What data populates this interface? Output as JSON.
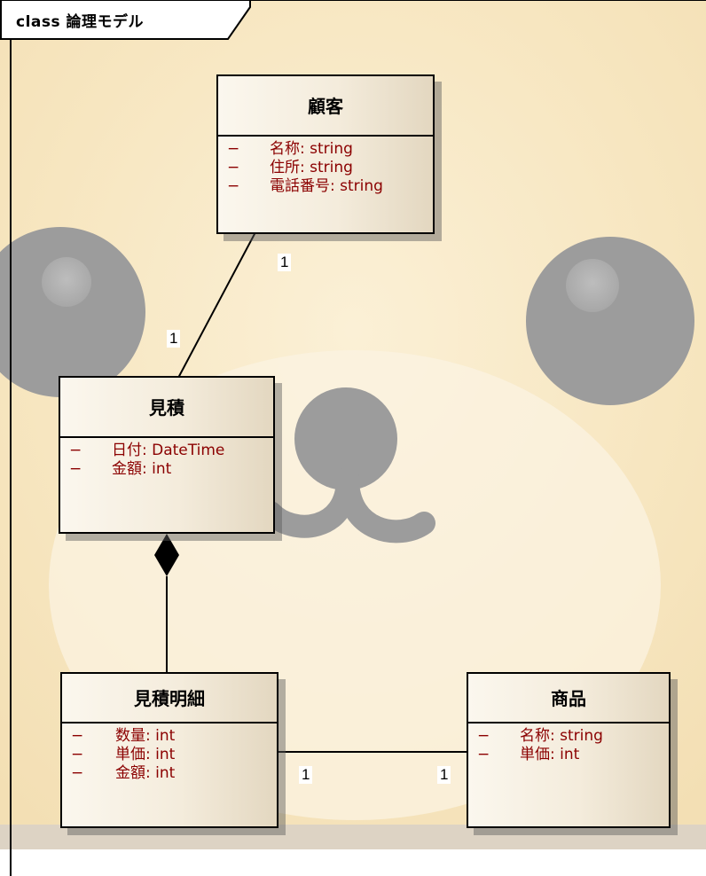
{
  "frame": {
    "label": "class 論理モデル"
  },
  "classes": {
    "customer": {
      "name": "顧客",
      "attributes": [
        {
          "visibility": "−",
          "text": "名称: string"
        },
        {
          "visibility": "−",
          "text": "住所: string"
        },
        {
          "visibility": "−",
          "text": "電話番号: string"
        }
      ]
    },
    "estimate": {
      "name": "見積",
      "attributes": [
        {
          "visibility": "−",
          "text": "日付: DateTime"
        },
        {
          "visibility": "−",
          "text": "金額: int"
        }
      ]
    },
    "estimate_detail": {
      "name": "見積明細",
      "attributes": [
        {
          "visibility": "−",
          "text": "数量: int"
        },
        {
          "visibility": "−",
          "text": "単価: int"
        },
        {
          "visibility": "−",
          "text": "金額: int"
        }
      ]
    },
    "product": {
      "name": "商品",
      "attributes": [
        {
          "visibility": "−",
          "text": "名称: string"
        },
        {
          "visibility": "−",
          "text": "単価: int"
        }
      ]
    }
  },
  "associations": [
    {
      "from": "顧客",
      "to": "見積",
      "type": "association",
      "from_multiplicity": "1",
      "to_multiplicity": "1"
    },
    {
      "from": "見積",
      "to": "見積明細",
      "type": "composition"
    },
    {
      "from": "見積明細",
      "to": "商品",
      "type": "association",
      "from_multiplicity": "1",
      "to_multiplicity": "1"
    }
  ]
}
